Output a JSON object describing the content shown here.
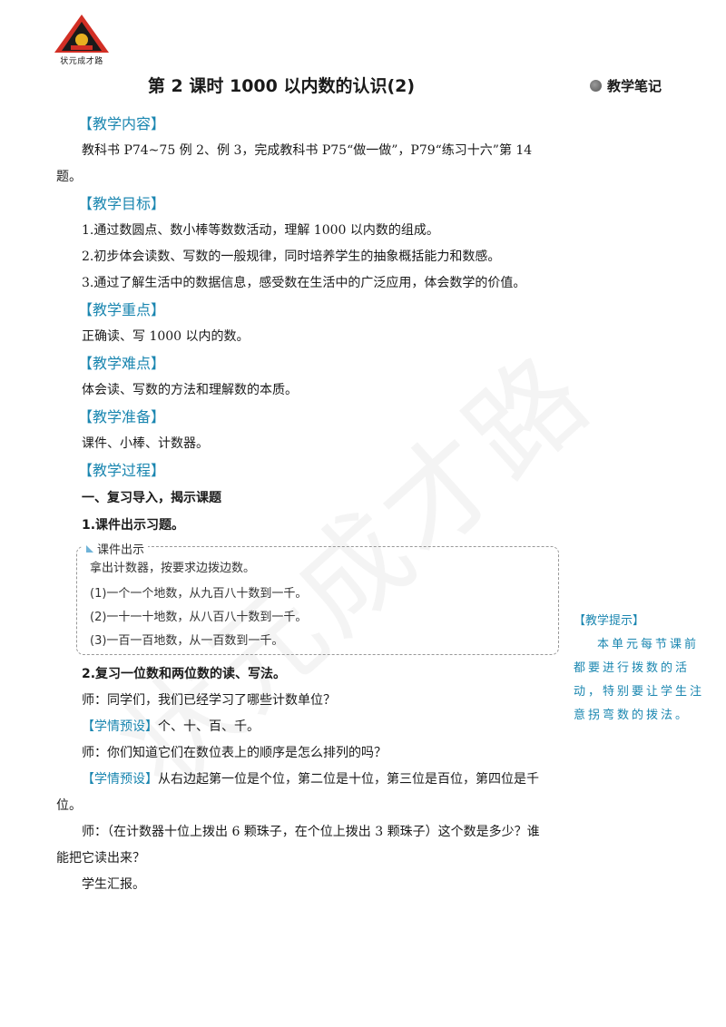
{
  "logo": {
    "text": "状元成才路"
  },
  "title": "第 2 课时  1000 以内数的认识(2)",
  "notes_header": "教学笔记",
  "sections": {
    "content_title": "【教学内容】",
    "content_text": "教科书 P74~75 例 2、例 3，完成教科书 P75“做一做”，P79“练习十六”第 14 题。",
    "goals_title": "【教学目标】",
    "goal1": "1.通过数圆点、数小棒等数数活动，理解 1000 以内数的组成。",
    "goal2": "2.初步体会读数、写数的一般规律，同时培养学生的抽象概括能力和数感。",
    "goal3": "3.通过了解生活中的数据信息，感受数在生活中的广泛应用，体会数学的价值。",
    "key_title": "【教学重点】",
    "key_text": "正确读、写 1000 以内的数。",
    "difficulty_title": "【教学难点】",
    "difficulty_text": "体会读、写数的方法和理解数的本质。",
    "prep_title": "【教学准备】",
    "prep_text": "课件、小棒、计数器。",
    "process_title": "【教学过程】",
    "step1": "一、复习导入，揭示课题",
    "step1_1": "1.课件出示习题。"
  },
  "box": {
    "tag": "课件出示",
    "line0": "拿出计数器，按要求边拨边数。",
    "line1": "(1)一个一个地数，从九百八十数到一千。",
    "line2": "(2)一十一十地数，从八百八十数到一千。",
    "line3": "(3)一百一百地数，从一百数到一千。"
  },
  "after": {
    "step1_2": "2.复习一位数和两位数的读、写法。",
    "t1": "师：同学们，我们已经学习了哪些计数单位？",
    "pre_label": "【学情预设】",
    "a1": "个、十、百、千。",
    "t2": "师：你们知道它们在数位表上的顺序是怎么排列的吗？",
    "a2": "从右边起第一位是个位，第二位是十位，第三位是百位，第四位是千位。",
    "t3": "师：（在计数器十位上拨出 6 颗珠子，在个位上拨出 3 颗珠子）这个数是多少？谁能把它读出来？",
    "t4": "学生汇报。"
  },
  "sidebar": {
    "title": "【教学提示】",
    "body": "本单元每节课前都要进行拨数的活动，特别要让学生注意拐弯数的拨法。"
  },
  "watermark": "状元成才路"
}
